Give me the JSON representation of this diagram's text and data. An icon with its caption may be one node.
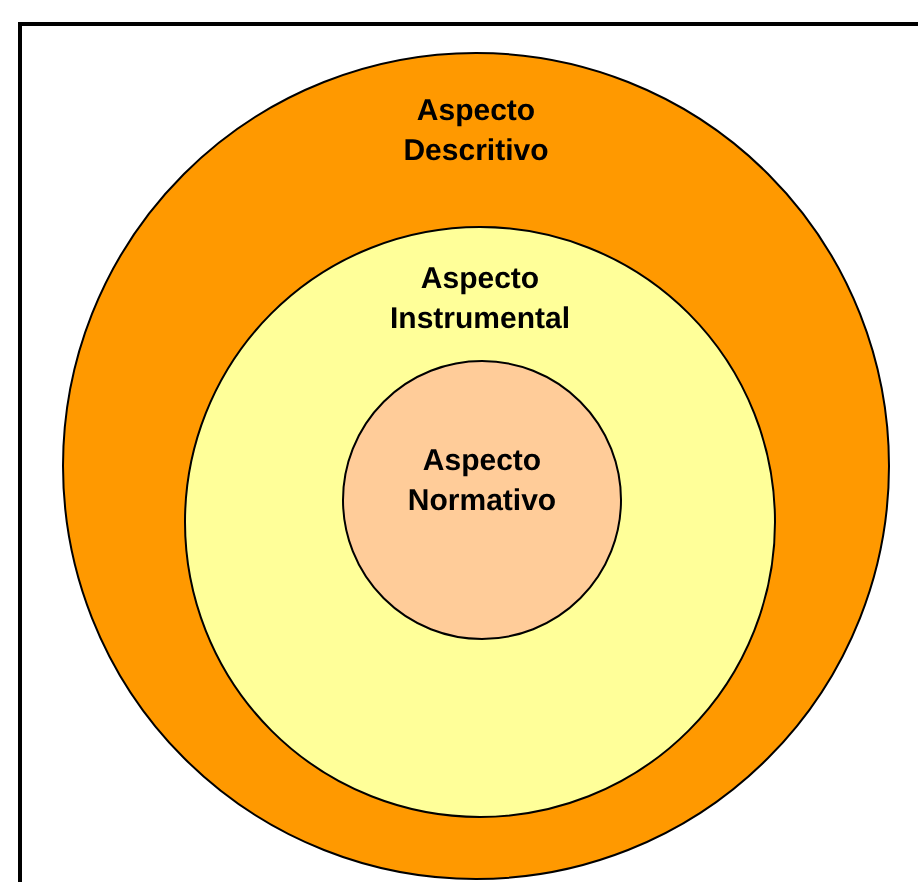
{
  "diagram": {
    "nodes": [
      {
        "text": [
          "Aspecto Descritivo"
        ]
      },
      {
        "text": [
          "Aspecto Instrumental"
        ],
        "in": 0
      },
      {
        "text": [
          "Aspecto Normativo"
        ],
        "in": 1
      }
    ]
  }
}
